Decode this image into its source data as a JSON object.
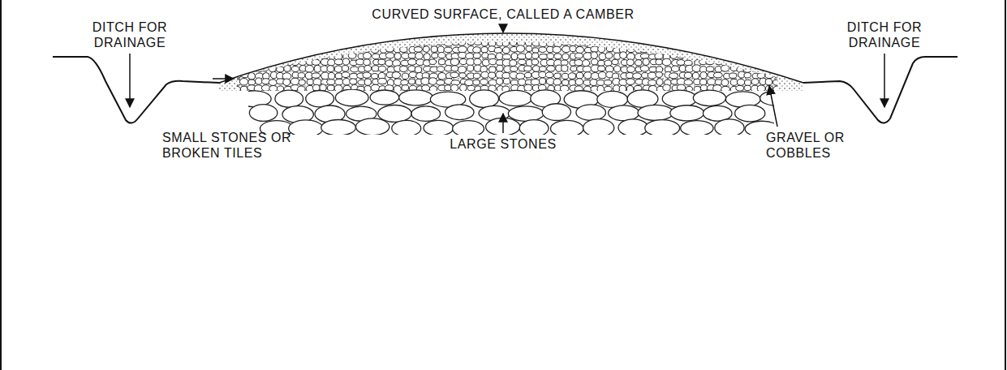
{
  "diagram": {
    "labels": [
      "CURVED SURFACE, CALLED A CAMBER",
      "DITCH FOR DRAINAGE",
      "DITCH FOR DRAINAGE",
      "SMALL STONES OR BROKEN TILES",
      "LARGE STONES",
      "GRAVEL OR COBBLES"
    ]
  }
}
